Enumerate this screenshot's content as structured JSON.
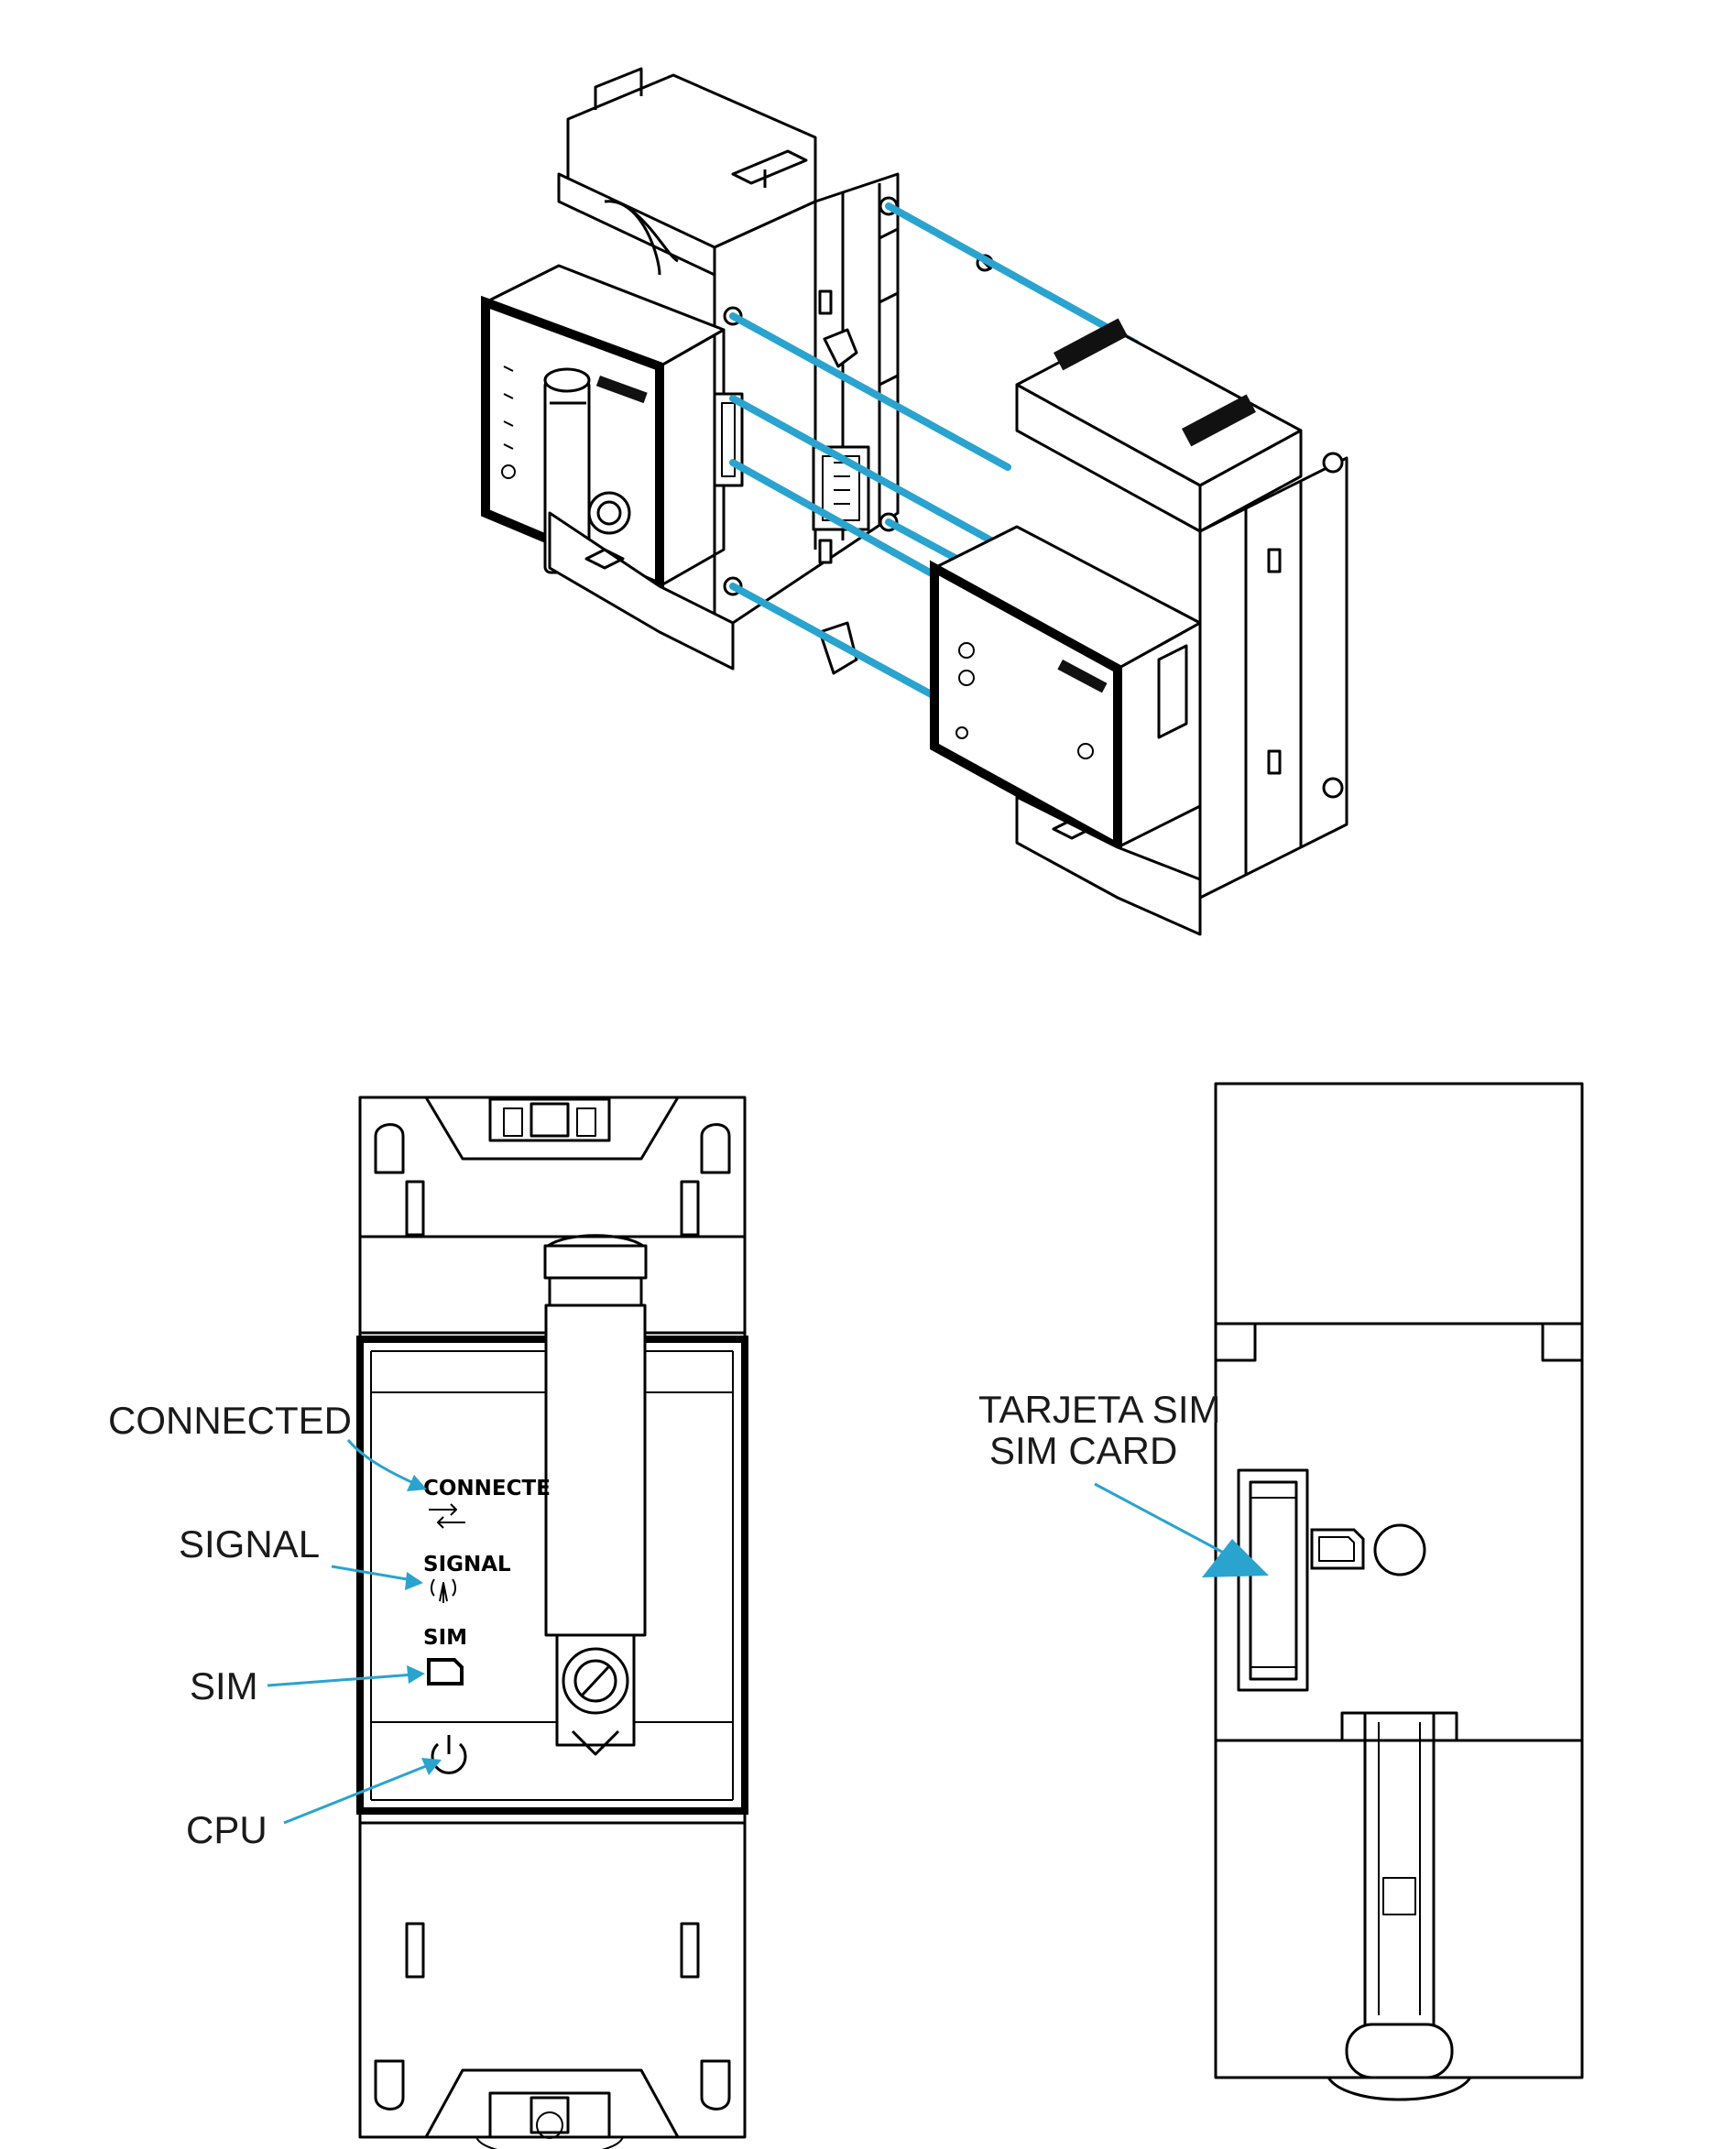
{
  "callouts": {
    "connected": "CONNECTED",
    "signal": "SIGNAL",
    "sim": "SIM",
    "cpu": "CPU",
    "sim_card_es": "TARJETA SIM",
    "sim_card_en": "SIM CARD"
  },
  "panel_labels": {
    "connected": "CONNECTE",
    "signal": "SIGNAL",
    "sim": "SIM"
  },
  "colors": {
    "accent": "#2aa3cf",
    "line": "#000000"
  },
  "icons": [
    "connection-arrows-icon",
    "antenna-signal-icon",
    "sim-card-icon",
    "power-icon"
  ]
}
